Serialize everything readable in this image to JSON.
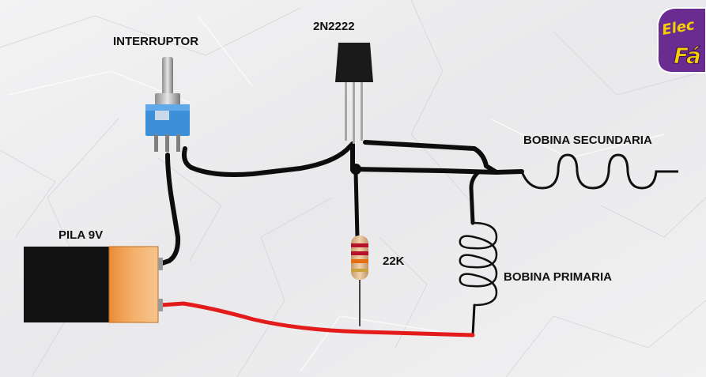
{
  "labels": {
    "switch": "INTERRUPTOR",
    "transistor": "2N2222",
    "battery": "PILA 9V",
    "resistor": "22K",
    "secondary_coil": "BOBINA SECUNDARIA",
    "primary_coil": "BOBINA PRIMARIA"
  },
  "logo": {
    "line1": "Elec",
    "line2": "Fá"
  },
  "colors": {
    "paper": "#eeeeef",
    "wire_black": "#0d0d0d",
    "wire_red": "#e31b1b",
    "battery_black": "#121212",
    "battery_orange": "#f2a35a",
    "switch_blue": "#3d8fd8",
    "resistor_body": "#d8b48a",
    "logo_purple": "#6a2c91",
    "logo_yellow": "#f5d000"
  }
}
